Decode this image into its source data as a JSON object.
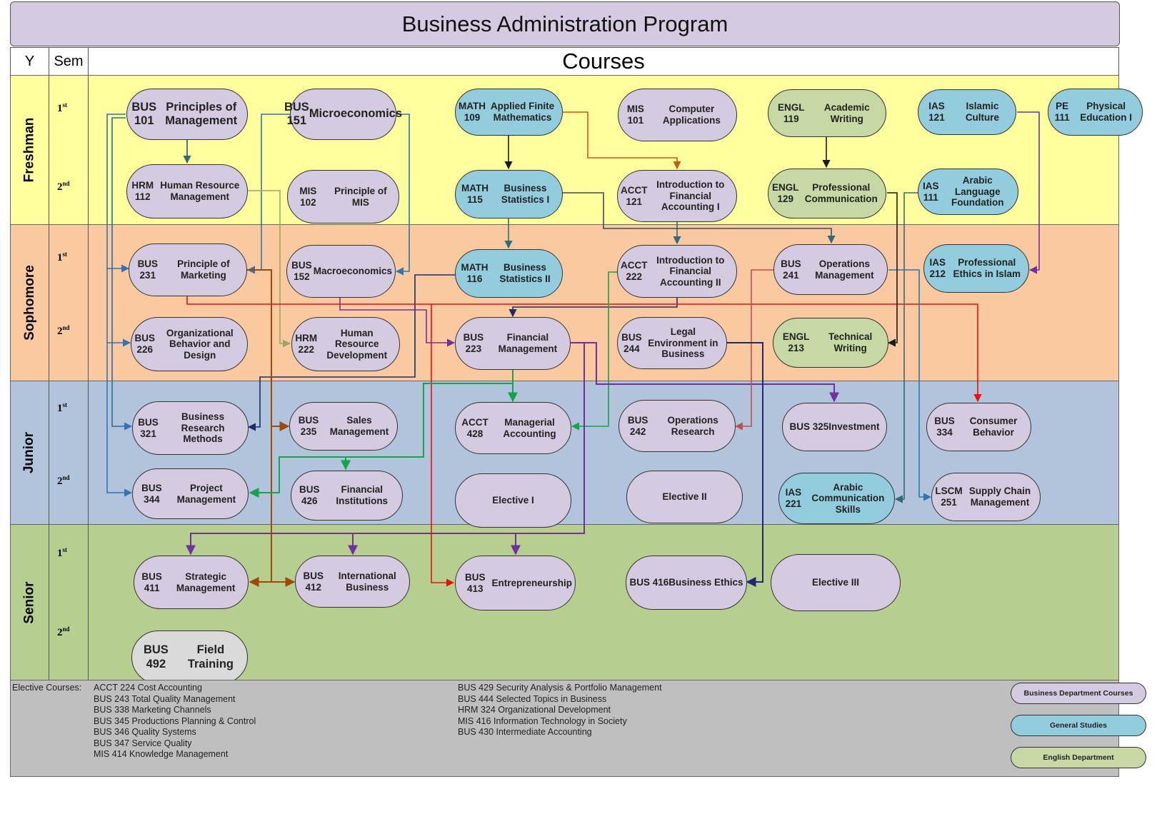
{
  "title": "Business Administration Program",
  "headers": {
    "year": "Y",
    "semester": "Sem",
    "courses": "Courses"
  },
  "years": [
    "Freshman",
    "Sophomore",
    "Junior",
    "Senior"
  ],
  "semesters": {
    "first": {
      "num": "1",
      "suffix": "st"
    },
    "second": {
      "num": "2",
      "suffix": "nd"
    }
  },
  "colors": {
    "business": "#d4cbe0",
    "general_studies": "#93cddd",
    "english": "#c6d9a4",
    "field_training": "#dadada",
    "freshman_band": "#ffff9e",
    "sophomore_band": "#fbc9a0",
    "junior_band": "#b2c3dc",
    "senior_band": "#b7cf8e"
  },
  "courses": {
    "bus101": {
      "code": "BUS 101",
      "name": "Principles of Management"
    },
    "bus151": {
      "code": "BUS 151",
      "name": "Microeconomics"
    },
    "math109": {
      "code": "MATH 109",
      "name": "Applied Finite Mathematics"
    },
    "mis101": {
      "code": "MIS 101",
      "name": "Computer Applications"
    },
    "engl119": {
      "code": "ENGL 119",
      "name": "Academic Writing"
    },
    "ias121": {
      "code": "IAS 121",
      "name": "Islamic Culture"
    },
    "pe111": {
      "code": "PE 111",
      "name": "Physical Education I"
    },
    "hrm112": {
      "code": "HRM 112",
      "name": "Human Resource Management"
    },
    "mis102": {
      "code": "MIS 102",
      "name": "Principle of MIS"
    },
    "math115": {
      "code": "MATH 115",
      "name": "Business Statistics I"
    },
    "acct121": {
      "code": "ACCT 121",
      "name": "Introduction to Financial Accounting I"
    },
    "engl129": {
      "code": "ENGL 129",
      "name": "Professional Communication"
    },
    "ias111": {
      "code": "IAS 111",
      "name": "Arabic Language Foundation"
    },
    "bus231": {
      "code": "BUS 231",
      "name": "Principle of Marketing"
    },
    "bus152": {
      "code": "BUS 152",
      "name": "Macroeconomics"
    },
    "math116": {
      "code": "MATH 116",
      "name": "Business Statistics II"
    },
    "acct222": {
      "code": "ACCT 222",
      "name": "Introduction to Financial Accounting II"
    },
    "bus241": {
      "code": "BUS 241",
      "name": "Operations Management"
    },
    "ias212": {
      "code": "IAS 212",
      "name": "Professional Ethics in Islam"
    },
    "bus226": {
      "code": "BUS 226",
      "name": "Organizational Behavior and Design"
    },
    "hrm222": {
      "code": "HRM 222",
      "name": "Human Resource Development"
    },
    "bus223": {
      "code": "BUS 223",
      "name": "Financial Management"
    },
    "bus244": {
      "code": "BUS 244",
      "name": "Legal Environment in Business"
    },
    "engl213": {
      "code": "ENGL 213",
      "name": "Technical Writing"
    },
    "bus321": {
      "code": "BUS 321",
      "name": "Business Research Methods"
    },
    "bus235": {
      "code": "BUS 235",
      "name": "Sales Management"
    },
    "acct428": {
      "code": "ACCT 428",
      "name": "Managerial Accounting"
    },
    "bus242": {
      "code": "BUS 242",
      "name": "Operations Research"
    },
    "bus325": {
      "code": "BUS 325",
      "name": "Investment"
    },
    "bus334": {
      "code": "BUS 334",
      "name": "Consumer Behavior"
    },
    "bus344": {
      "code": "BUS 344",
      "name": "Project Management"
    },
    "bus426": {
      "code": "BUS 426",
      "name": "Financial Institutions"
    },
    "elective1": {
      "code": "",
      "name": "Elective I"
    },
    "elective2": {
      "code": "",
      "name": "Elective II"
    },
    "ias221": {
      "code": "IAS 221",
      "name": "Arabic Communication Skills"
    },
    "lscm251": {
      "code": "LSCM 251",
      "name": "Supply Chain Management"
    },
    "bus411": {
      "code": "BUS 411",
      "name": "Strategic Management"
    },
    "bus412": {
      "code": "BUS 412",
      "name": "International Business"
    },
    "bus413": {
      "code": "BUS 413",
      "name": "Entrepreneurship"
    },
    "bus416": {
      "code": "BUS 416",
      "name": "Business Ethics"
    },
    "elective3": {
      "code": "",
      "name": "Elective III"
    },
    "bus492": {
      "code": "BUS 492",
      "name": "Field Training"
    }
  },
  "electives": {
    "title": "Elective Courses:",
    "col1": [
      "ACCT 224 Cost Accounting",
      "BUS 243 Total Quality Management",
      "BUS 338 Marketing Channels",
      "BUS 345 Productions Planning & Control",
      "BUS 346 Quality Systems",
      "BUS 347 Service Quality",
      "MIS 414 Knowledge Management"
    ],
    "col2": [
      "BUS 429 Security Analysis & Portfolio Management",
      "BUS 444 Selected Topics in Business",
      "HRM 324 Organizational Development",
      "MIS 416 Information Technology in Society",
      "BUS 430 Intermediate Accounting"
    ]
  },
  "legend": {
    "business": "Business Department Courses",
    "general": "General Studies",
    "english": "English Department"
  }
}
